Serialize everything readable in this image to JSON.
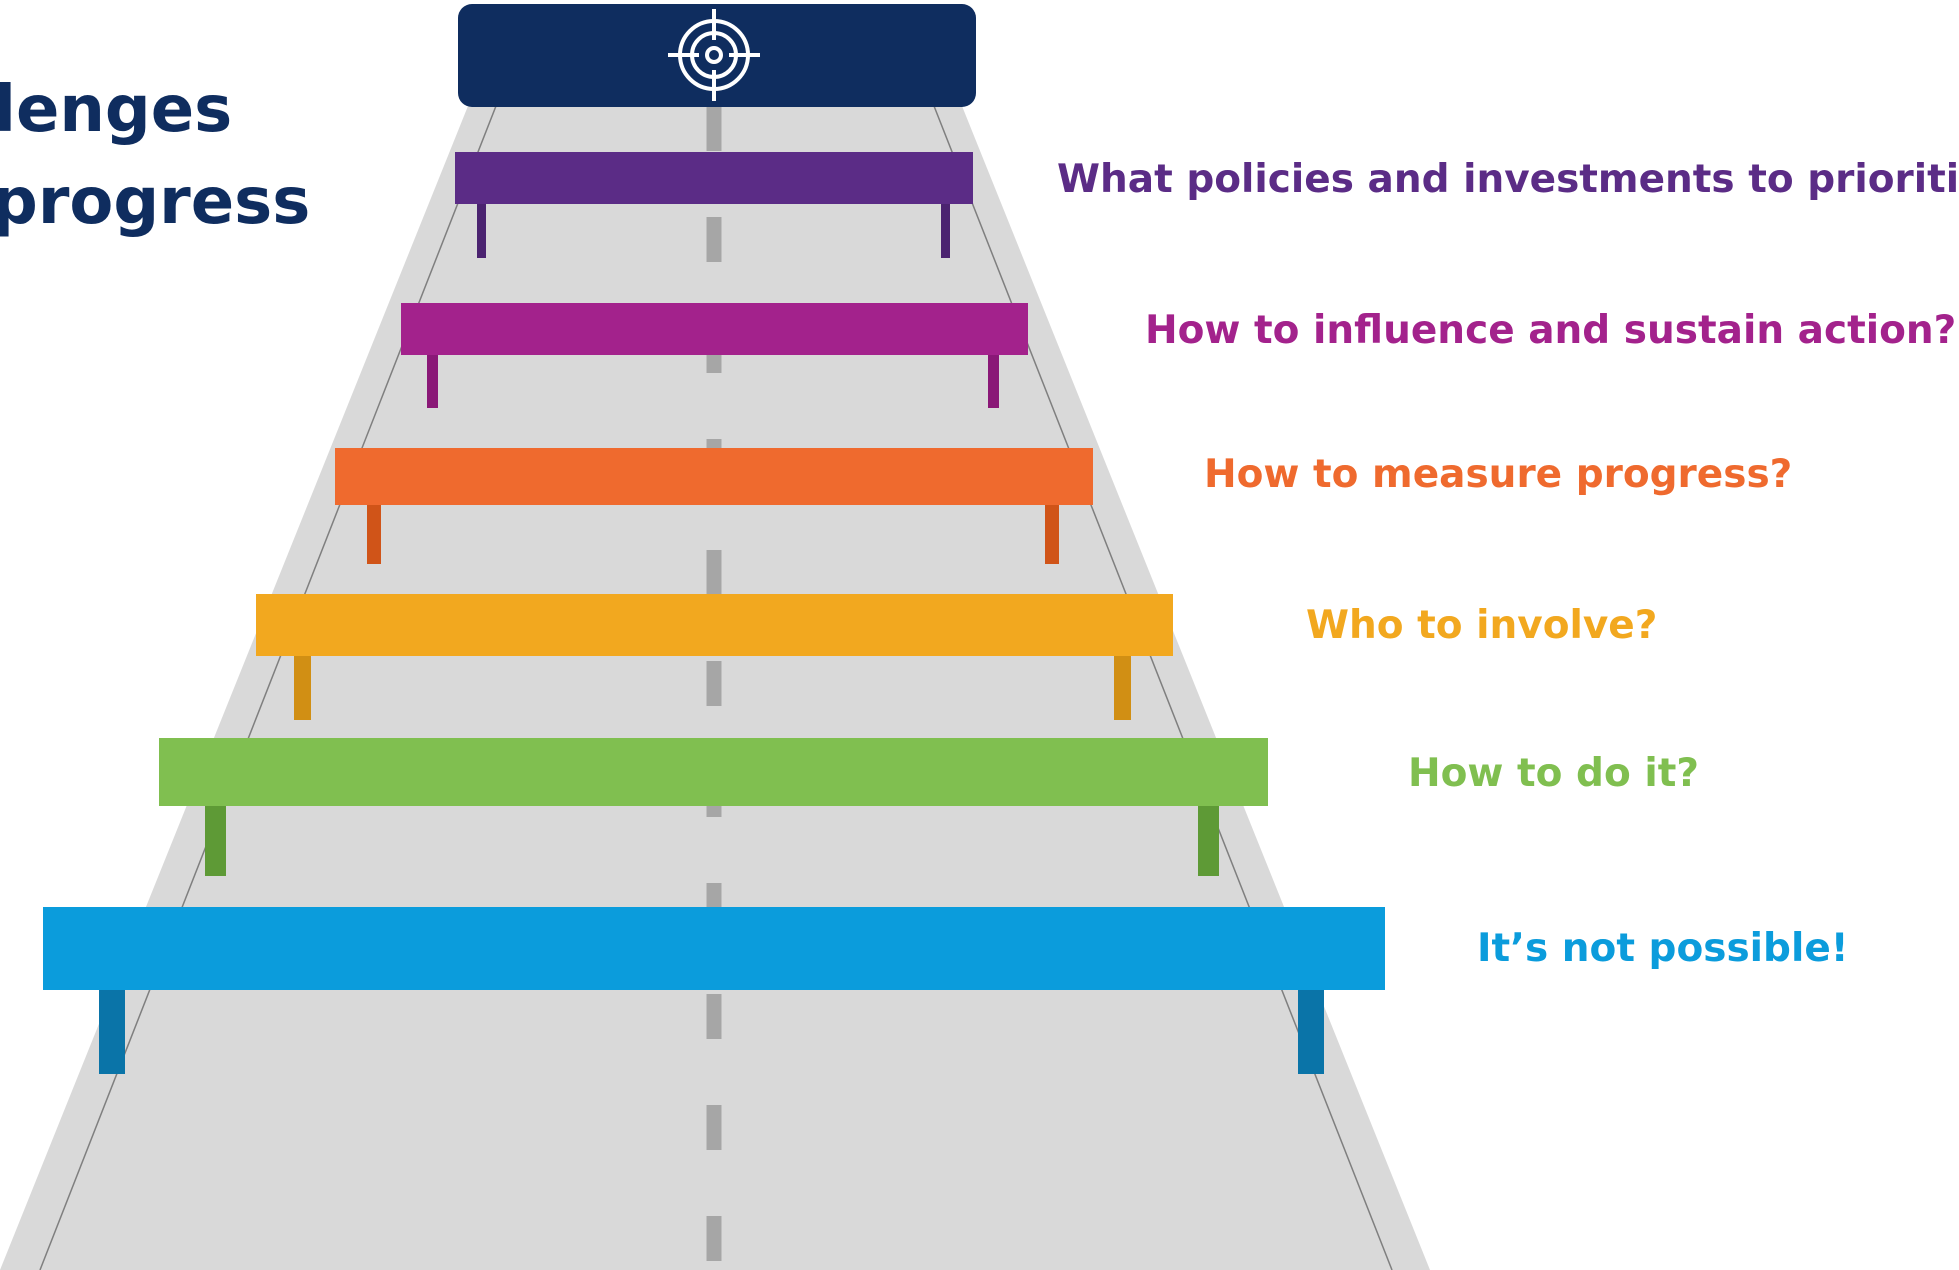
{
  "title": {
    "line1": "lenges",
    "line2": "progress"
  },
  "goal_sign": {
    "icon": "target-icon",
    "color": "#0f2d5f"
  },
  "road": {
    "surface_color": "#d9d9d9",
    "edge_line_color": "#7f7f7f",
    "center_line_color": "#a6a6a6"
  },
  "hurdles": [
    {
      "label": "What policies and investments to prioritize?",
      "color": "#5b2c86",
      "leg_color": "#4b2370"
    },
    {
      "label": "How to influence and sustain action?",
      "color": "#a3228c",
      "leg_color": "#8a1877"
    },
    {
      "label": "How to measure progress?",
      "color": "#ef6a2e",
      "leg_color": "#d05418"
    },
    {
      "label": "Who to involve?",
      "color": "#f2a81f",
      "leg_color": "#d18f14"
    },
    {
      "label": "How to do it?",
      "color": "#80bf50",
      "leg_color": "#5e9a36"
    },
    {
      "label": "It’s not possible!",
      "color": "#0b9cdc",
      "leg_color": "#0a74a8"
    }
  ]
}
